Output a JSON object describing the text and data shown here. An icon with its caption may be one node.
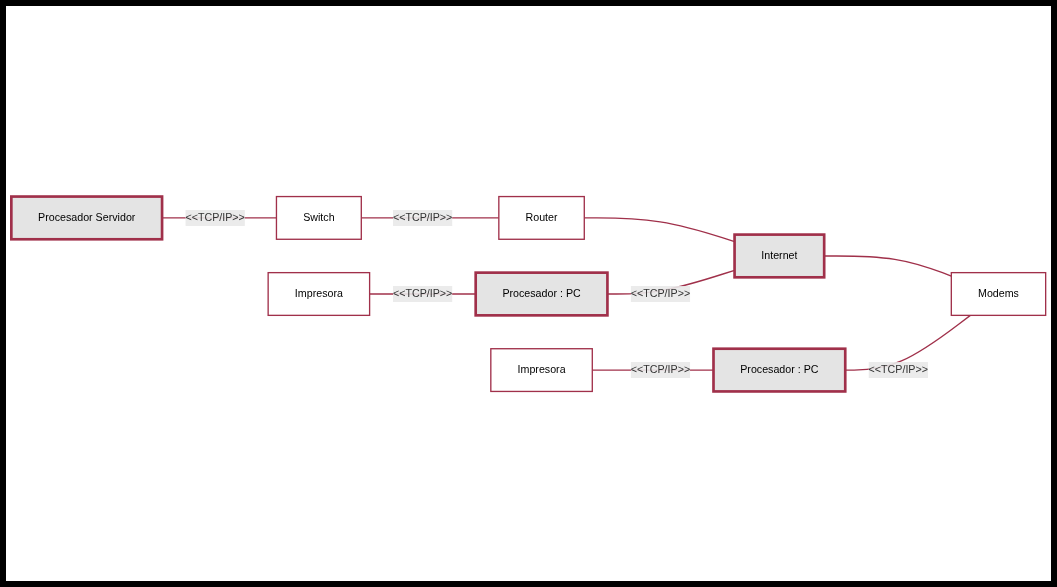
{
  "diagram": {
    "nodes": [
      {
        "text": [
          "Procesador Servidor"
        ]
      },
      {
        "text": [
          "Switch"
        ]
      },
      {
        "text": [
          "Router"
        ]
      },
      {
        "text": [
          "Impresora"
        ]
      },
      {
        "text": [
          "Procesador : PC"
        ]
      },
      {
        "text": [
          "Internet"
        ]
      },
      {
        "text": [
          "Impresora"
        ]
      },
      {
        "text": [
          "Procesador : PC"
        ]
      },
      {
        "text": [
          "Modems"
        ]
      }
    ],
    "edges": [
      {
        "from": 0,
        "to": 1,
        "arrow": "none",
        "label": "<<TCP/IP>>"
      },
      {
        "from": 1,
        "to": 2,
        "arrow": "none",
        "label": "<<TCP/IP>>"
      },
      {
        "from": 2,
        "to": 5,
        "arrow": "none"
      },
      {
        "from": 3,
        "to": 4,
        "arrow": "none",
        "label": "<<TCP/IP>>"
      },
      {
        "from": 4,
        "to": 5,
        "arrow": "none",
        "label": "<<TCP/IP>>"
      },
      {
        "from": 5,
        "to": 8,
        "arrow": "none"
      },
      {
        "from": 6,
        "to": 7,
        "arrow": "none",
        "label": "<<TCP/IP>>"
      },
      {
        "from": 7,
        "to": 8,
        "arrow": "none",
        "label": "<<TCP/IP>>"
      }
    ]
  }
}
